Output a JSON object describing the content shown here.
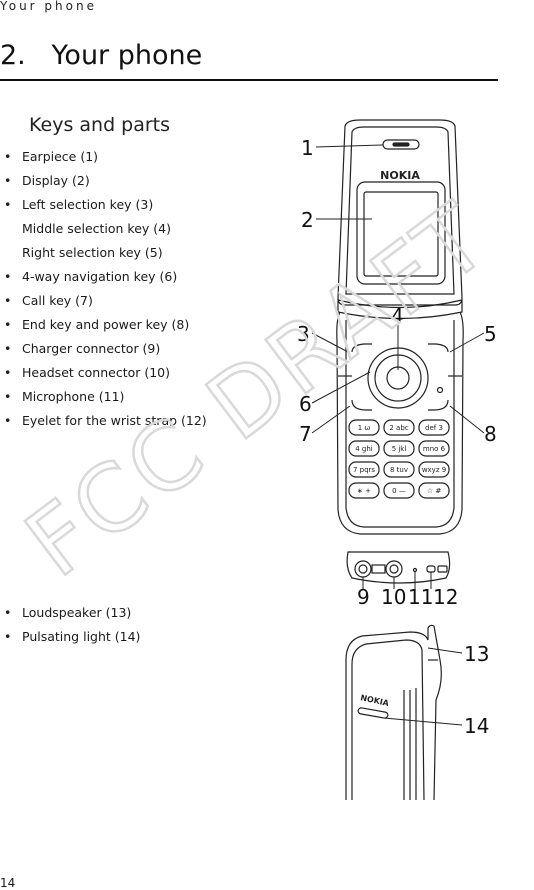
{
  "header": {
    "running_title": "Your phone"
  },
  "chapter": {
    "number": "2.",
    "title": "Your phone"
  },
  "section": {
    "title": "Keys and parts"
  },
  "parts_list_1": [
    {
      "text": "Earpiece (1)",
      "bullet": true
    },
    {
      "text": "Display (2)",
      "bullet": true
    },
    {
      "text": "Left selection key (3)",
      "bullet": true
    },
    {
      "text": "Middle selection key (4)",
      "bullet": false
    },
    {
      "text": "Right selection key (5)",
      "bullet": false
    },
    {
      "text": "4-way navigation key (6)",
      "bullet": true
    },
    {
      "text": "Call key (7)",
      "bullet": true
    },
    {
      "text": "End key and power key (8)",
      "bullet": true
    },
    {
      "text": "Charger connector (9)",
      "bullet": true
    },
    {
      "text": "Headset connector (10)",
      "bullet": true
    },
    {
      "text": "Microphone (11)",
      "bullet": true
    },
    {
      "text": "Eyelet for the wrist strap (12)",
      "bullet": true
    }
  ],
  "parts_list_2": [
    {
      "text": "Loudspeaker (13)",
      "bullet": true
    },
    {
      "text": "Pulsating light (14)",
      "bullet": true
    }
  ],
  "figure": {
    "brand": "NOKIA",
    "callouts": [
      "1",
      "2",
      "3",
      "4",
      "5",
      "6",
      "7",
      "8",
      "9",
      "10",
      "11",
      "12",
      "13",
      "14"
    ],
    "keypad": [
      [
        "1 ω",
        "2 abc",
        "def 3"
      ],
      [
        "4 ghi",
        "5 jkl",
        "mno 6"
      ],
      [
        "7 pqrs",
        "8 tuv",
        "wxyz 9"
      ],
      [
        "∗ +",
        "0 —",
        "☆ #"
      ]
    ]
  },
  "watermark": {
    "text": "FCC DRAFT",
    "color": "#d9d9d9"
  },
  "footer": {
    "page_number": "14"
  }
}
